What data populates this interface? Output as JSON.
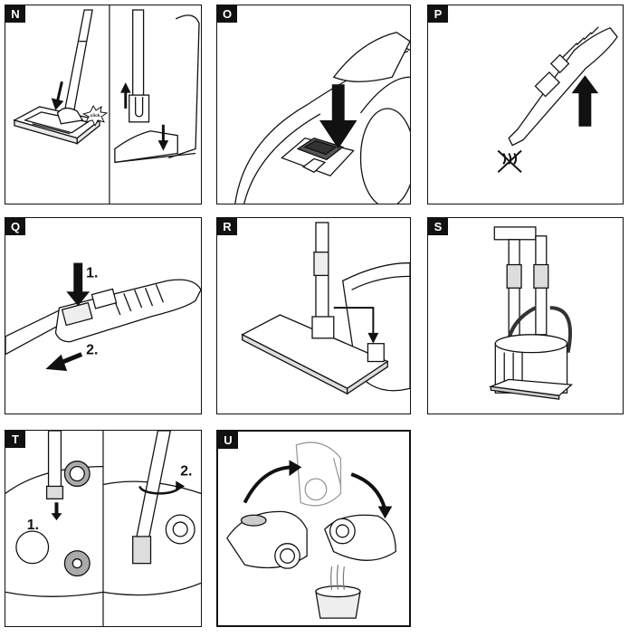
{
  "panels": [
    {
      "id": "N",
      "label": "N"
    },
    {
      "id": "O",
      "label": "O"
    },
    {
      "id": "P",
      "label": "P"
    },
    {
      "id": "Q",
      "label": "Q",
      "steps": [
        "1.",
        "2."
      ]
    },
    {
      "id": "R",
      "label": "R"
    },
    {
      "id": "S",
      "label": "S"
    },
    {
      "id": "T",
      "label": "T",
      "steps": [
        "1.",
        "2."
      ]
    },
    {
      "id": "U",
      "label": "U"
    }
  ],
  "panel_n": {
    "click_text": "click"
  },
  "colors": {
    "line": "#111111",
    "fill_gray": "#8a8a8a",
    "fill_light": "#d9d9d9",
    "ghost": "#9a9a9a"
  }
}
